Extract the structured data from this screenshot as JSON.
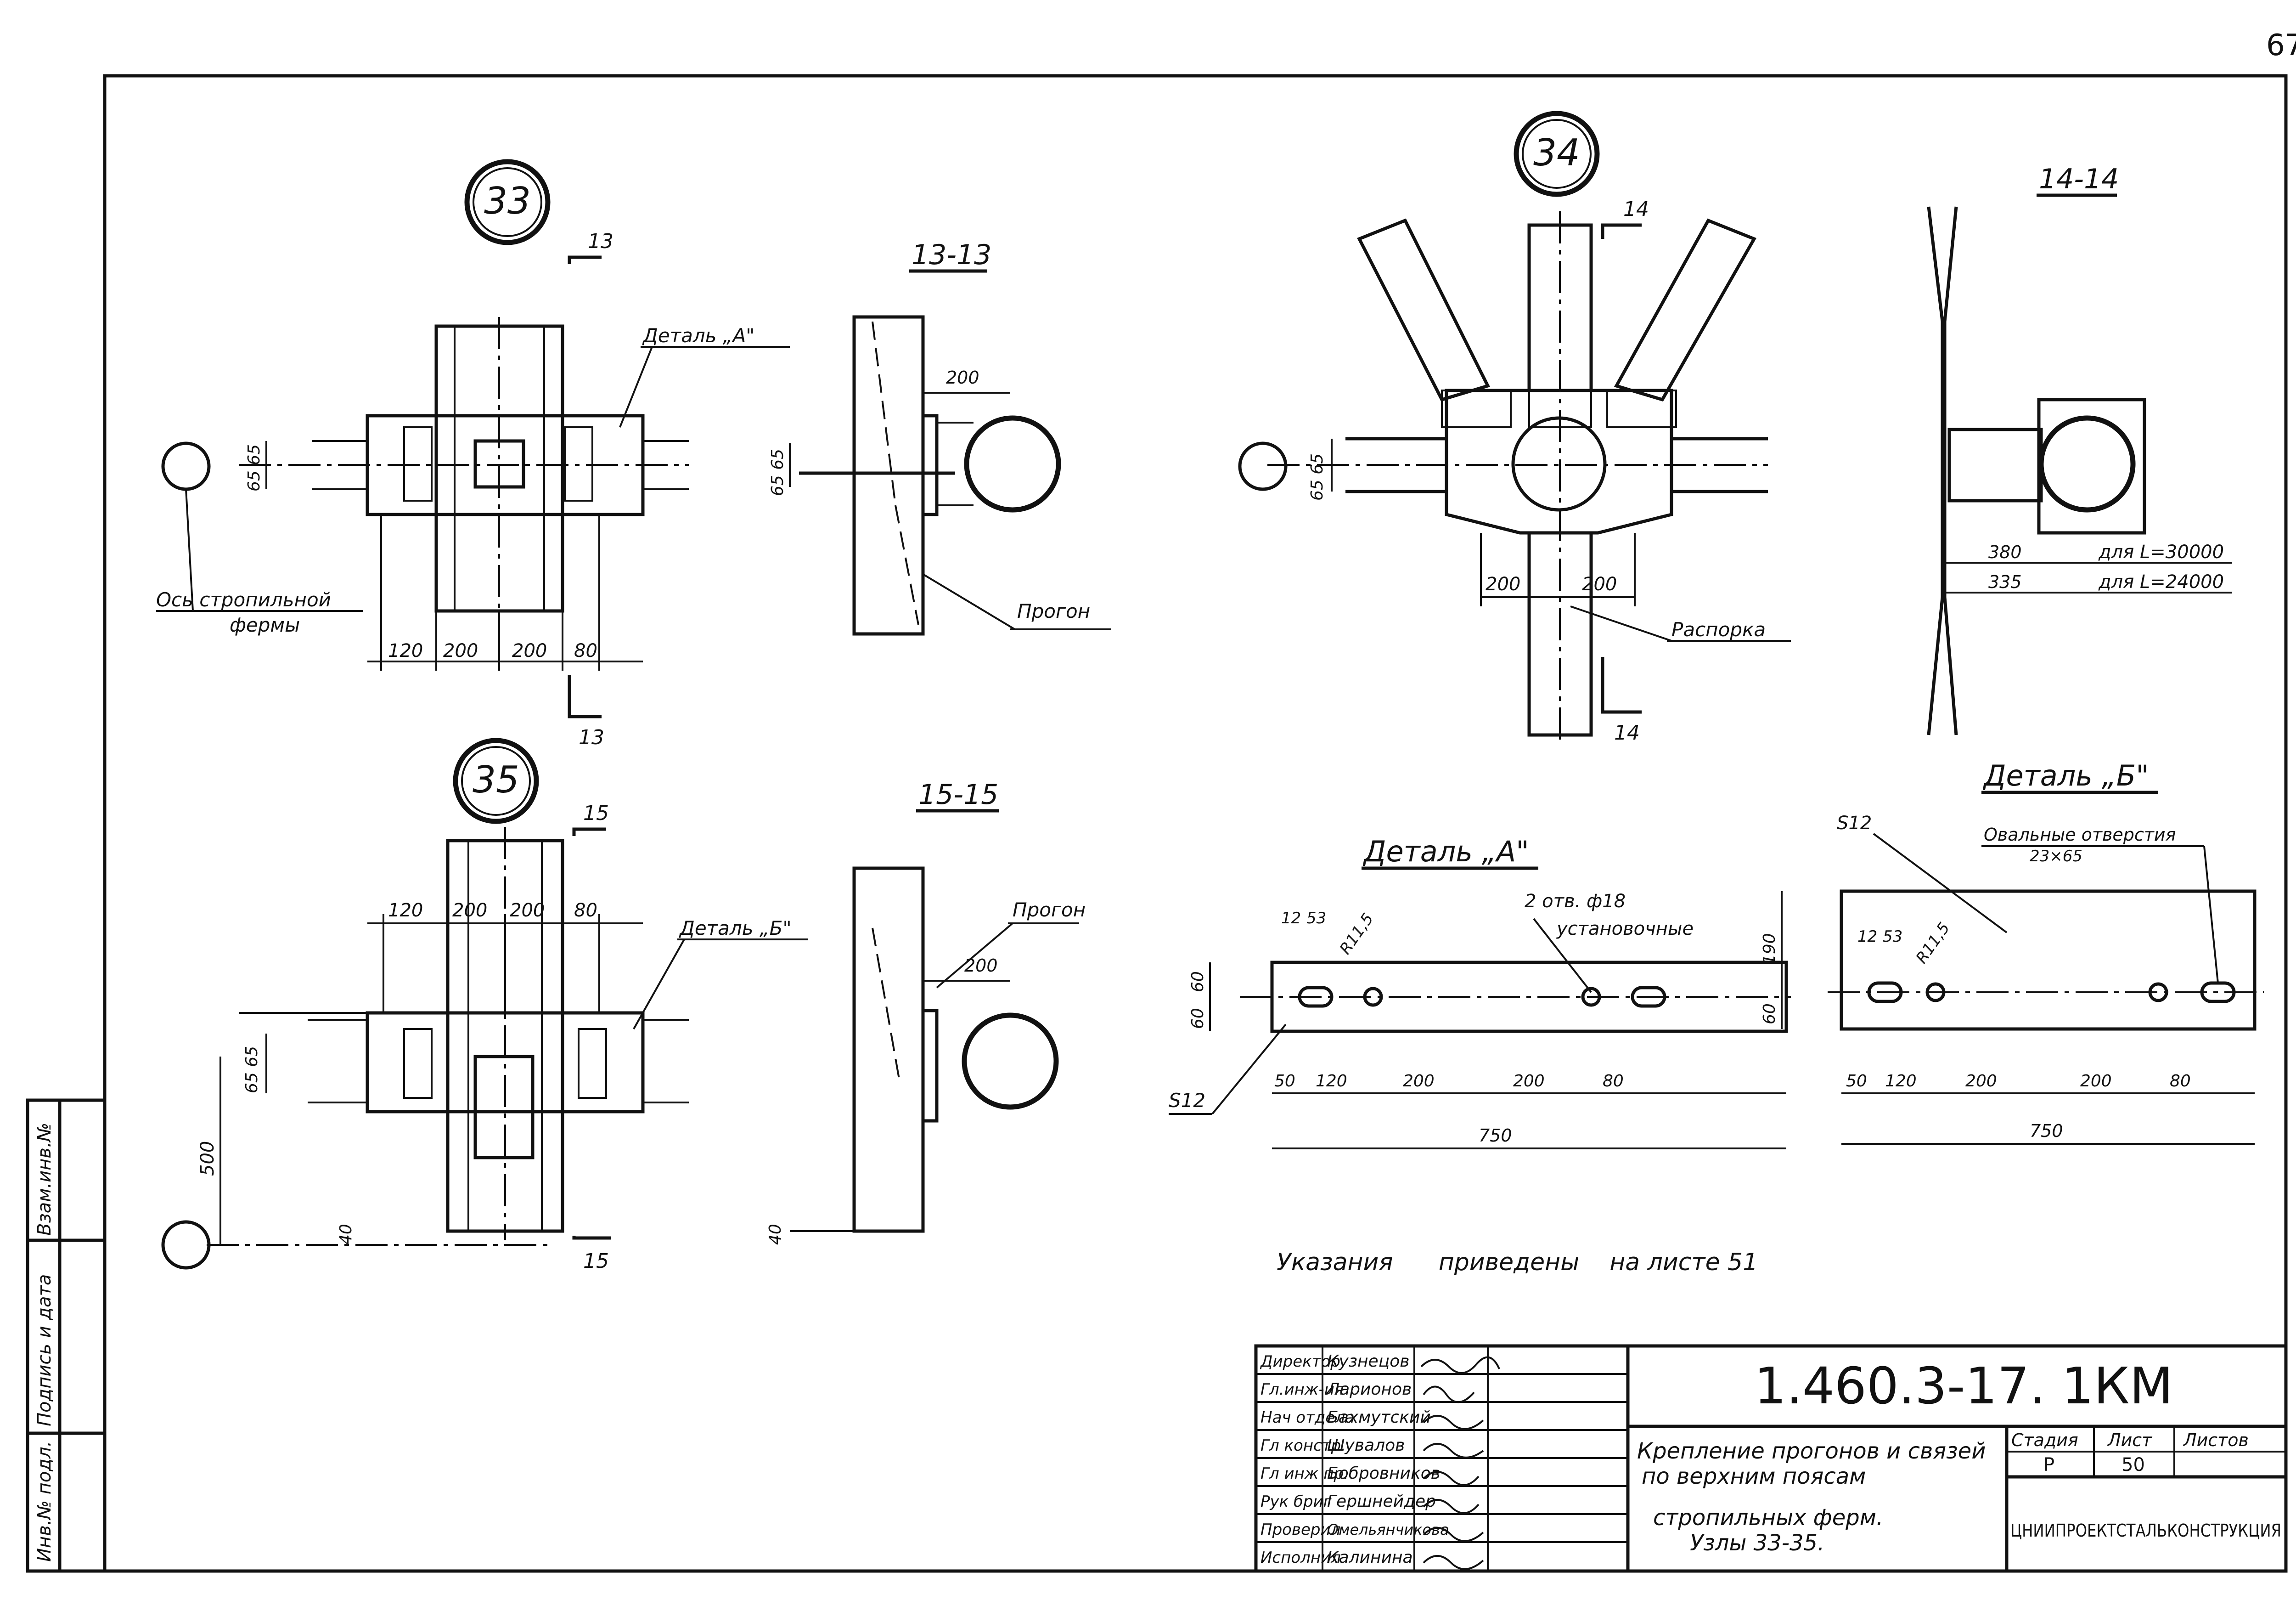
{
  "page_number": "67",
  "callouts": {
    "n33": "33",
    "n34": "34",
    "n35": "35"
  },
  "sections": {
    "s13": "13-13",
    "s14": "14-14",
    "s15": "15-15",
    "cut13_top": "13",
    "cut13_bot": "13",
    "cut14_top": "14",
    "cut14_bot": "14",
    "cut15_top": "15",
    "cut15_bot": "15"
  },
  "labels": {
    "detail_a_ref": "Деталь „А\"",
    "detail_b_ref": "Деталь „Б\"",
    "truss_axis_1": "Ось стропильной",
    "truss_axis_2": "фермы",
    "purlin_1": "Прогон",
    "purlin_2": "Прогон",
    "strut": "Распорка",
    "detail_a_title": "Деталь „А\"",
    "detail_b_title": "Деталь „Б\"",
    "holes_a_1": "2 отв. ф18",
    "holes_a_2": "установочные",
    "oval_1": "Овальные отверстия",
    "oval_2": "23×65",
    "s12_a": "S12",
    "s12_b": "S12",
    "r_a": "R11,5",
    "r_b": "R11,5",
    "for_l30": "для L=30000",
    "for_l24": "для L=24000",
    "notes": "Указания      приведены    на листе 51"
  },
  "dims": {
    "d33": [
      "120",
      "200",
      "200",
      "80"
    ],
    "d33_v": "65 65",
    "d13_v": "65 65",
    "d13_200": "200",
    "d34_v": "65 65",
    "d34": [
      "200",
      "200"
    ],
    "d14": [
      "380",
      "335"
    ],
    "d35": [
      "120",
      "200",
      "200",
      "80"
    ],
    "d35_v": "65 65",
    "d35_500": "500",
    "d35_40": "40",
    "d15_200": "200",
    "d15_40": "40",
    "da_top": [
      "12",
      "53"
    ],
    "da_v": [
      "60",
      "60"
    ],
    "da_bot": [
      "50",
      "120",
      "200",
      "200",
      "80"
    ],
    "da_total": "750",
    "db_top": [
      "12",
      "53"
    ],
    "db_v": [
      "190",
      "60"
    ],
    "db_bot": [
      "50",
      "120",
      "200",
      "200",
      "80"
    ],
    "db_total": "750"
  },
  "title_block": {
    "doc_code": "1.460.3-17. 1КМ",
    "title_1": "Крепление прогонов и связей",
    "title_2": "по верхним поясам",
    "title_3": "стропильных ферм.",
    "title_4": "Узлы 33-35.",
    "stage_h": "Стадия",
    "sheet_h": "Лист",
    "sheets_h": "Листов",
    "stage": "Р",
    "sheet": "50",
    "sheets": "",
    "org": "ЦНИИПРОЕКТСТАЛЬКОНСТРУКЦИЯ",
    "roles": [
      {
        "role": "Директор",
        "name": "Кузнецов"
      },
      {
        "role": "Гл.инж-ия",
        "name": "Ларионов"
      },
      {
        "role": "Нач отдела",
        "name": "Бахмутский"
      },
      {
        "role": "Гл констр.",
        "name": "Шувалов"
      },
      {
        "role": "Гл инж пр.",
        "name": "Бобровников"
      },
      {
        "role": "Рук бриг",
        "name": "Гершнейдер"
      },
      {
        "role": "Проверил",
        "name": "Омельянчикова"
      },
      {
        "role": "Исполнил",
        "name": "Калинина"
      }
    ]
  },
  "side_stamp": {
    "inv_podl": "Инв.№ подл.",
    "podpis": "Подпись и дата",
    "vzam": "Взам.инв.№"
  }
}
